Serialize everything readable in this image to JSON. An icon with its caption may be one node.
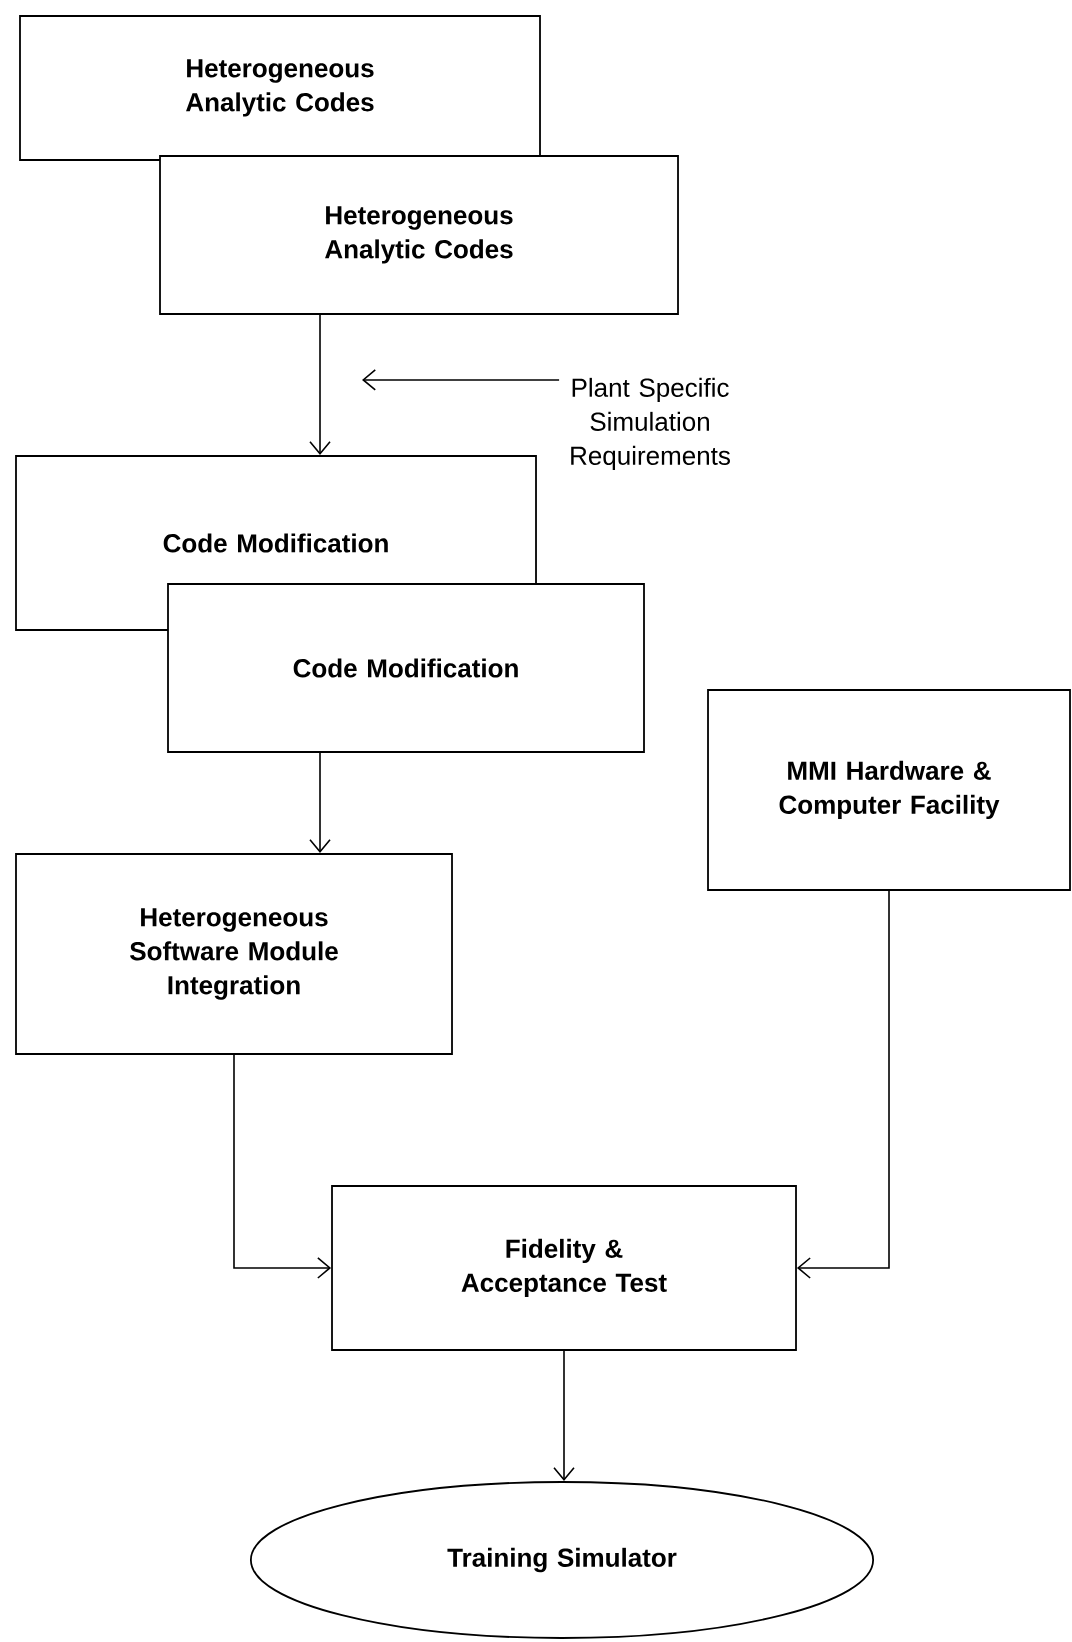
{
  "diagram": {
    "nodes": [
      {
        "text": [
          "Heterogeneous Analytic Codes"
        ]
      },
      {
        "text": [
          "Heterogeneous Analytic Codes"
        ]
      },
      {
        "text": [
          "Plant Specific Simulation Requirements"
        ]
      },
      {
        "text": [
          "Code Modification"
        ]
      },
      {
        "text": [
          "Code Modification"
        ]
      },
      {
        "text": [
          "MMI Hardware & Computer Facility"
        ]
      },
      {
        "text": [
          "Heterogeneous Software Module Integration"
        ]
      },
      {
        "text": [
          "Fidelity & Acceptance Test"
        ]
      },
      {
        "text": [
          "Training Simulator"
        ]
      }
    ],
    "edges": [
      {
        "from": 1,
        "to": 3,
        "arrow": "to"
      },
      {
        "from": 2,
        "to": null,
        "arrow": "to"
      },
      {
        "from": 4,
        "to": 6,
        "arrow": "to"
      },
      {
        "from": 6,
        "to": 7,
        "arrow": "to"
      },
      {
        "from": 5,
        "to": 7,
        "arrow": "to"
      },
      {
        "from": 7,
        "to": 8,
        "arrow": "to"
      }
    ]
  }
}
